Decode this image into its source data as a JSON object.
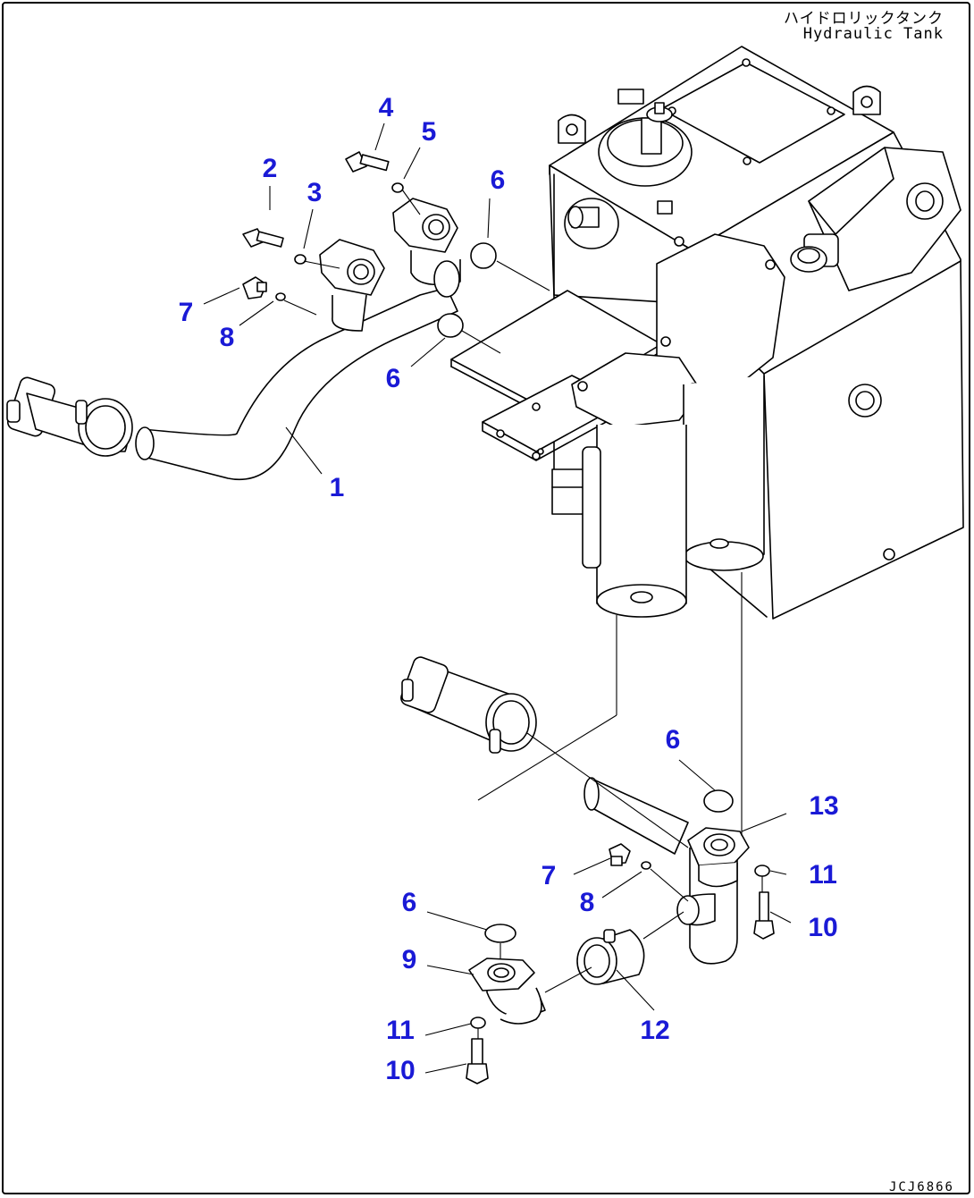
{
  "header": {
    "title_japanese": "ハイドロリックタンク",
    "title_english": "Hydraulic Tank"
  },
  "footer": {
    "drawing_code": "JCJ6866"
  },
  "callouts": [
    {
      "label": "1"
    },
    {
      "label": "2"
    },
    {
      "label": "3"
    },
    {
      "label": "4"
    },
    {
      "label": "5"
    },
    {
      "label": "6"
    },
    {
      "label": "6"
    },
    {
      "label": "6"
    },
    {
      "label": "6"
    },
    {
      "label": "7"
    },
    {
      "label": "8"
    },
    {
      "label": "7"
    },
    {
      "label": "8"
    },
    {
      "label": "9"
    },
    {
      "label": "10"
    },
    {
      "label": "11"
    },
    {
      "label": "12"
    },
    {
      "label": "13"
    },
    {
      "label": "11"
    },
    {
      "label": "10"
    }
  ],
  "colors": {
    "callout_text": "#1a1ad6",
    "line_art": "#000000",
    "background": "#ffffff"
  }
}
